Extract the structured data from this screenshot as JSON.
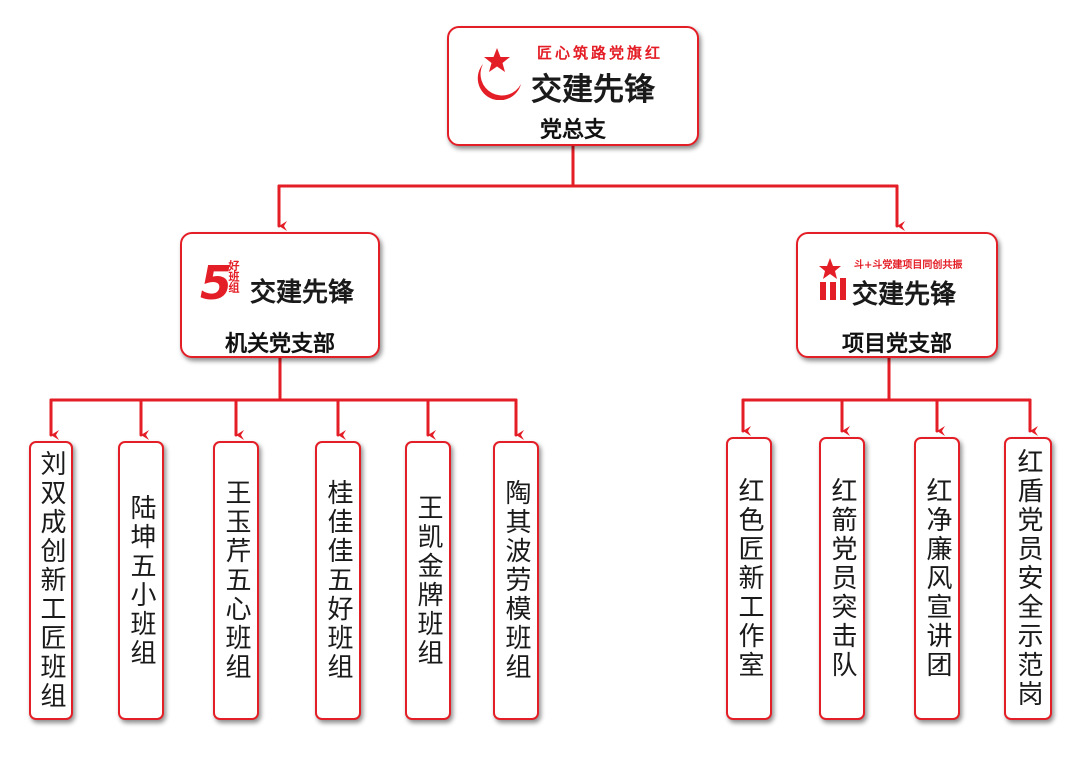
{
  "colors": {
    "accent": "#e41e26",
    "text": "#111111"
  },
  "root": {
    "label": "党总支",
    "logo_text": "交建先锋",
    "slogan": "匠心筑路党旗红"
  },
  "branches": [
    {
      "label": "机关党支部",
      "logo_text": "交建先锋",
      "badge_digit": "5",
      "badge_text": "好班组",
      "teams": [
        {
          "name": "刘双成创新工匠班组"
        },
        {
          "name": "陆坤五小班组"
        },
        {
          "name": "王玉芹五心班组"
        },
        {
          "name": "桂佳佳五好班组"
        },
        {
          "name": "王凯金牌班组"
        },
        {
          "name": "陶其波劳模班组"
        }
      ]
    },
    {
      "label": "项目党支部",
      "logo_text": "交建先锋",
      "badge_text": "斗+斗党建项目同创共振",
      "teams": [
        {
          "name": "红色匠新工作室"
        },
        {
          "name": "红箭党员突击队"
        },
        {
          "name": "红净廉风宣讲团"
        },
        {
          "name": "红盾党员安全示范岗"
        }
      ]
    }
  ]
}
